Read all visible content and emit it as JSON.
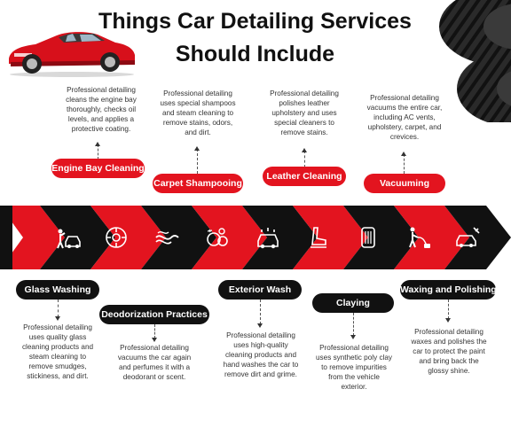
{
  "title": {
    "line1": "Things Car Detailing Services",
    "line2": "Should Include"
  },
  "steps": [
    {
      "label": "Glass Washing",
      "pill": "black",
      "icon": "person-washing-car-icon",
      "desc": "Professional detailing uses quality glass cleaning products and steam cleaning to remove smudges, stickiness, and dirt."
    },
    {
      "label": "Engine Bay Cleaning",
      "pill": "red",
      "icon": "engine-icon",
      "desc": "Professional detailing cleans the engine bay thoroughly, checks oil levels, and applies a protective coating."
    },
    {
      "label": "Deodorization Practices",
      "pill": "black",
      "icon": "air-freshener-icon",
      "desc": "Professional detailing vacuums the car again and perfumes it with a deodorant or scent."
    },
    {
      "label": "Carpet Shampooing",
      "pill": "red",
      "icon": "foam-bubbles-icon",
      "desc": "Professional detailing uses special shampoos and steam cleaning to remove stains, odors, and dirt."
    },
    {
      "label": "Exterior Wash",
      "pill": "black",
      "icon": "car-wash-icon",
      "desc": "Professional detailing uses high-quality cleaning products and hand washes the car to remove dirt and grime."
    },
    {
      "label": "Leather Cleaning",
      "pill": "red",
      "icon": "car-seat-icon",
      "desc": "Professional detailing polishes leather upholstery and uses special cleaners to remove stains."
    },
    {
      "label": "Claying",
      "pill": "black",
      "icon": "clay-bar-icon",
      "desc": "Professional detailing uses synthetic poly clay to remove impurities from the vehicle exterior."
    },
    {
      "label": "Vacuuming",
      "pill": "red",
      "icon": "person-vacuuming-icon",
      "desc": "Professional detailing vacuums the entire car, including AC vents, upholstery, carpet, and crevices."
    },
    {
      "label": "Waxing and Polishing",
      "pill": "black",
      "icon": "car-polish-icon",
      "desc": "Professional detailing waxes and polishes the car to protect the paint and bring back the glossy shine."
    }
  ],
  "colors": {
    "red": "#e3141f",
    "black": "#111111"
  }
}
